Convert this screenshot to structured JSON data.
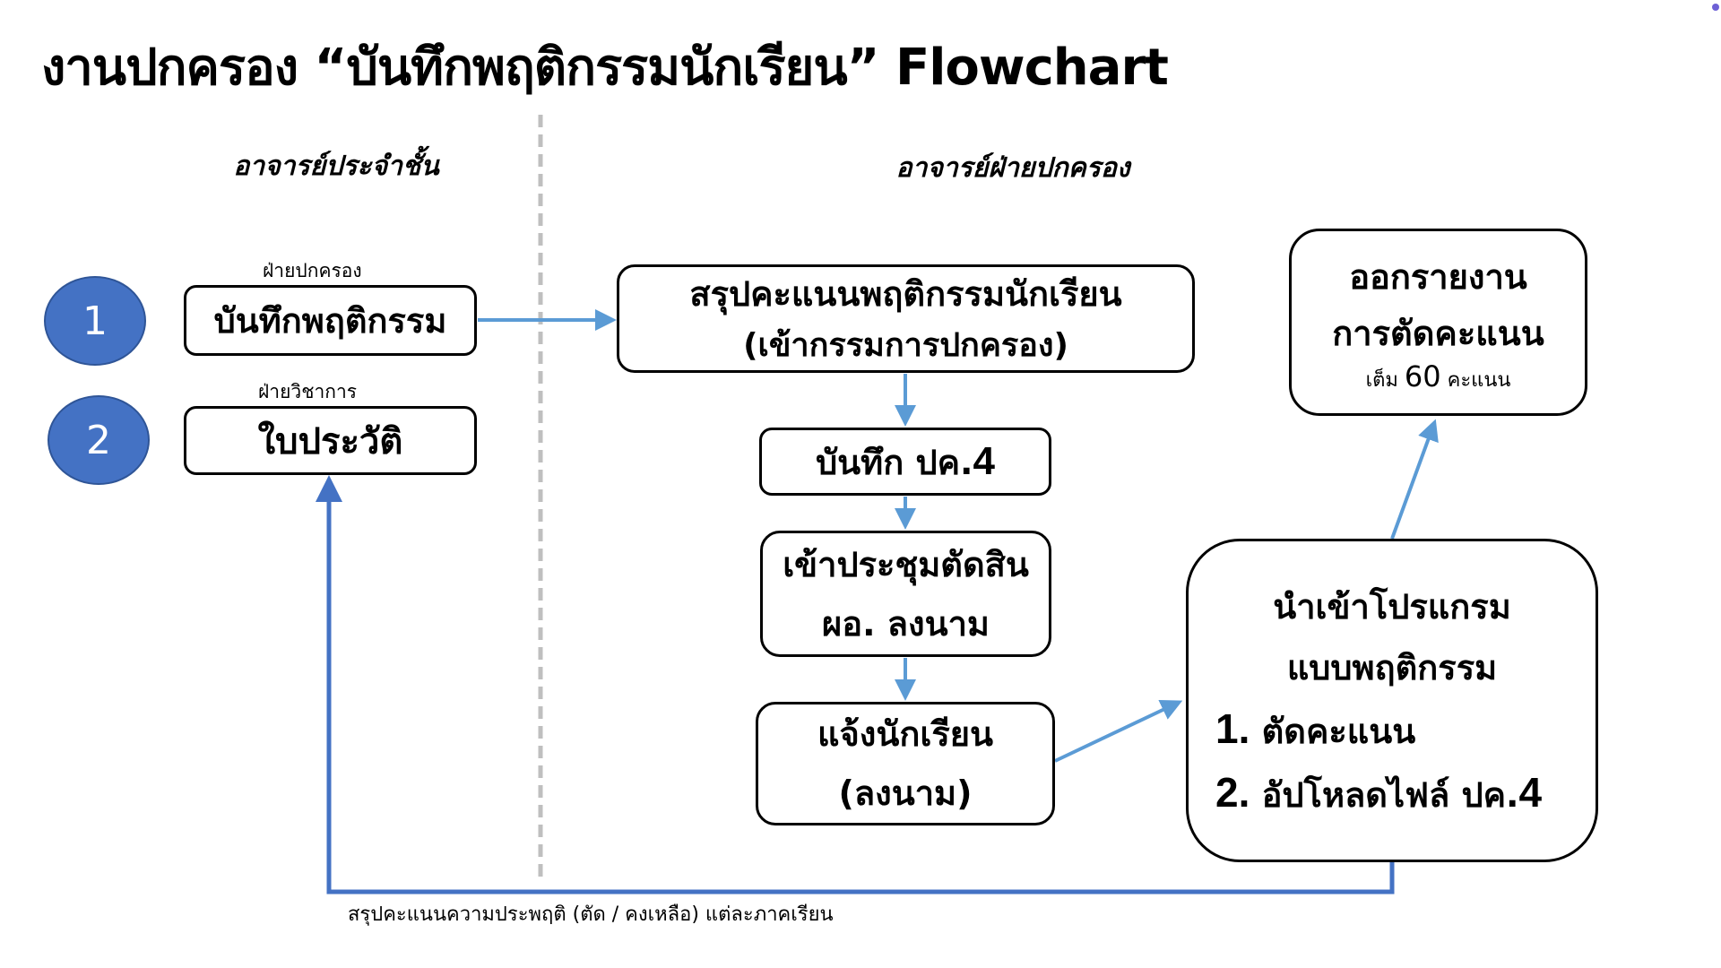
{
  "title": "งานปกครอง “บันทึกพฤติกรรมนักเรียน” Flowchart",
  "lanes": {
    "homeroom": "อาจารย์ประจำชั้น",
    "discipline": "อาจารย์ฝ่ายปกครอง"
  },
  "left_steps": [
    {
      "number": "1",
      "dept": "ฝ่ายปกครอง",
      "label": "บันทึกพฤติกรรม"
    },
    {
      "number": "2",
      "dept": "ฝ่ายวิชาการ",
      "label": "ใบประวัติ"
    }
  ],
  "flow": {
    "summary": {
      "line1": "สรุปคะแนนพฤติกรรมนักเรียน",
      "line2": "(เข้ากรรมการปกครอง)"
    },
    "record": {
      "text": "บันทึก ปค.",
      "num": "4"
    },
    "meeting": {
      "line1": "เข้าประชุมตัดสิน",
      "line2": "ผอ. ลงนาม"
    },
    "notify": {
      "line1": "แจ้งนักเรียน",
      "line2": "(ลงนาม)"
    },
    "program": {
      "line1": "นำเข้าโปรแกรม",
      "line2": "แบบพฤติกรรม",
      "items": [
        {
          "num": "1.",
          "text": "ตัดคะแนน"
        },
        {
          "num": "2.",
          "text": "อัปโหลดไฟล์ ปค.",
          "suffix": "4"
        }
      ]
    },
    "report": {
      "line1": "ออกรายงาน",
      "line2": "การตัดคะแนน",
      "note_prefix": "เต็ม",
      "note_value": "60",
      "note_suffix": "คะแนน"
    }
  },
  "loop_caption": "สรุปคะแนนความประพฤติ (ตัด / คงเหลือ) แต่ละภาคเรียน",
  "colors": {
    "arrow": "#5B9BD5",
    "loop": "#4472C4",
    "circle": "#4472C4",
    "divider": "#BFBFBF"
  }
}
